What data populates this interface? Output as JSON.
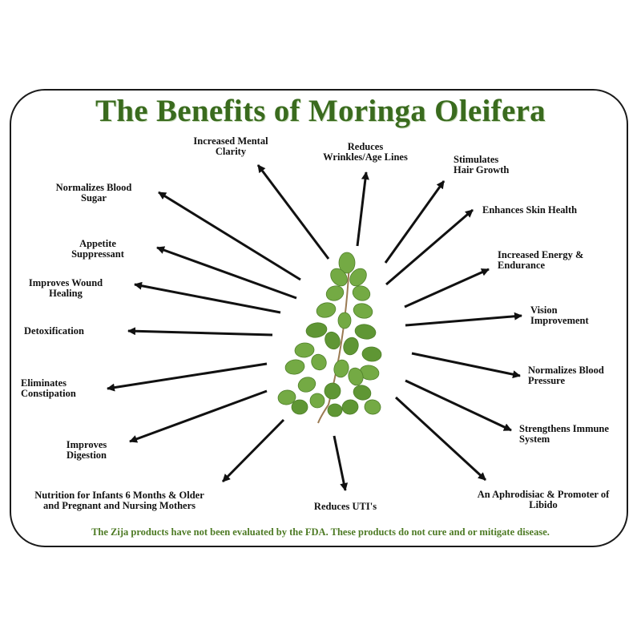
{
  "title": "The Benefits of Moringa Oleifera",
  "benefits": {
    "mental_clarity": "Increased Mental\nClarity",
    "wrinkles": "Reduces\nWrinkles/Age Lines",
    "hair_growth": "Stimulates\nHair Growth",
    "blood_sugar": "Normalizes Blood\nSugar",
    "skin_health": "Enhances Skin Health",
    "appetite": "Appetite\nSuppressant",
    "energy": "Increased Energy &\nEndurance",
    "wound_healing": "Improves Wound\nHealing",
    "vision": "Vision\nImprovement",
    "detox": "Detoxification",
    "blood_pressure": "Normalizes Blood\nPressure",
    "constipation": "Eliminates\nConstipation",
    "immune": "Strengthens Immune\nSystem",
    "digestion": "Improves\nDigestion",
    "infants": "Nutrition for Infants 6 Months & Older\nand Pregnant and Nursing Mothers",
    "uti": "Reduces UTI's",
    "aphrodisiac": "An Aphrodisiac & Promoter of\nLibido"
  },
  "disclaimer": "The Zija products have not been evaluated by the FDA. These products do not cure and or mitigate disease.",
  "colors": {
    "title": "#3a6b1e",
    "disclaimer": "#4d7a24",
    "leaf": "#6ea23e",
    "arrow": "#111111"
  },
  "center_image": "moringa-leaf-sprig"
}
